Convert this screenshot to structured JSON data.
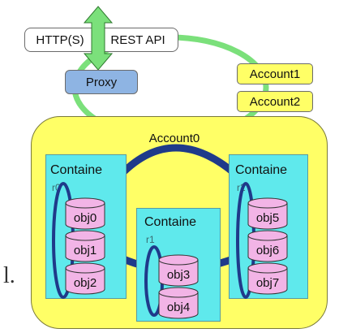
{
  "api": {
    "left_label": "HTTP(S)",
    "right_label": "REST API"
  },
  "proxy": {
    "label": "Proxy"
  },
  "accounts_side": [
    {
      "label": "Account1"
    },
    {
      "label": "Account2"
    }
  ],
  "account_main": {
    "label": "Account0"
  },
  "containers": [
    {
      "title": "Containe",
      "suffix": "r0",
      "objects": [
        "obj0",
        "obj1",
        "obj2"
      ]
    },
    {
      "title": "Containe",
      "suffix": "r1",
      "objects": [
        "obj3",
        "obj4"
      ]
    },
    {
      "title": "Containe",
      "suffix": "r2",
      "objects": [
        "obj5",
        "obj6",
        "obj7"
      ]
    }
  ],
  "side_fragment": "l.",
  "colors": {
    "api_bg": "#ffffff",
    "proxy_bg": "#8eb4e3",
    "account_bg": "#ffff66",
    "container_bg": "#5fe9ec",
    "object_bg": "#f2b4e6",
    "ring_green": "#7be07b",
    "arc_blue": "#1f3a8a"
  }
}
